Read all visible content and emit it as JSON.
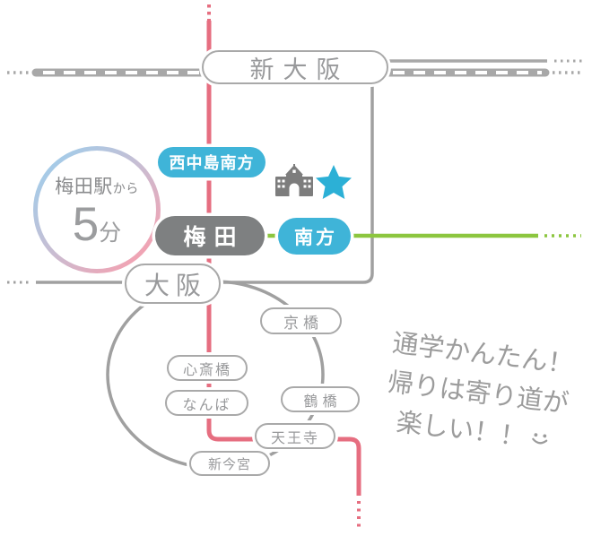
{
  "badge": {
    "prefix": "梅田駅",
    "suffix": "から",
    "minutes": "5",
    "unit": "分"
  },
  "stations": {
    "shin_osaka": "新大阪",
    "nishinakajima_minamigata": "西中島南方",
    "umeda": "梅田",
    "minamikata": "南方",
    "osaka": "大阪",
    "kyobashi": "京橋",
    "shinsaibashi": "心斎橋",
    "namba": "なんば",
    "tsuruhashi": "鶴橋",
    "tennoji": "天王寺",
    "shin_imamiya": "新今宮"
  },
  "note": {
    "line1": "通学かんたん！",
    "line2": "帰りは寄り道が",
    "line3": "楽しい！！"
  },
  "icons": {
    "school": "school-icon",
    "star": "star-icon",
    "smiley": "smiley-icon"
  },
  "colors": {
    "line_red": "#e66e80",
    "line_green": "#8cc63f",
    "line_gray": "#a0a0a0",
    "shinkansen_gray": "#a8a8a8",
    "accent_teal": "#3fb4d8",
    "pill_dark": "#7e8081",
    "pill_border": "#a9a9a9",
    "station_text": "#98999b",
    "note_text": "#9c9c9c",
    "badge_border_blue": "#a3cce9",
    "badge_border_pink": "#f1a3b3",
    "star_blue": "#2cb0d6",
    "school_gray": "#7d7d7d"
  }
}
